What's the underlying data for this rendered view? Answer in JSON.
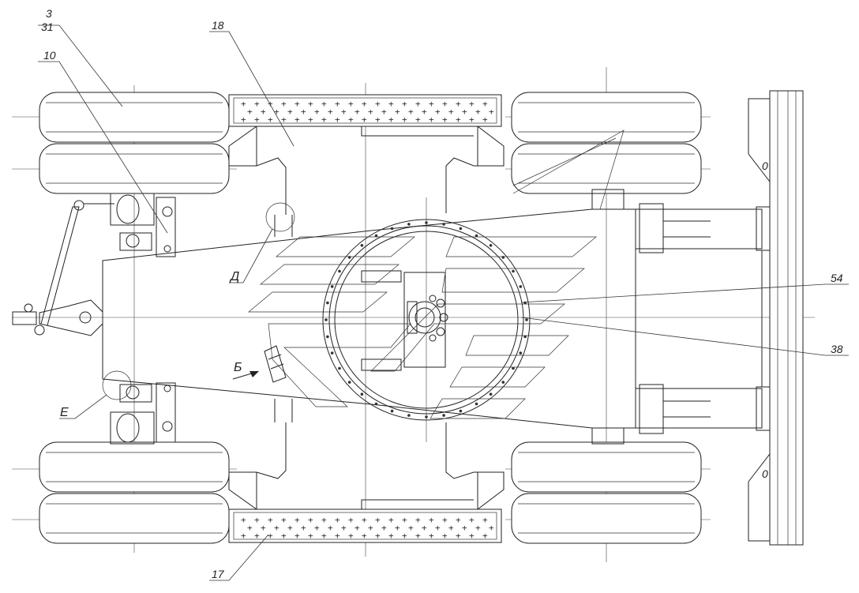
{
  "labels": {
    "item_3": "3",
    "item_31": "31",
    "item_10": "10",
    "item_18": "18",
    "item_17": "17",
    "item_54": "54",
    "item_38": "38",
    "view_d": "Д",
    "view_e": "Е",
    "view_b": "Б",
    "mark_0_top": "0",
    "mark_0_bottom": "0"
  },
  "colors": {
    "line": "#222222",
    "background": "#ffffff"
  }
}
